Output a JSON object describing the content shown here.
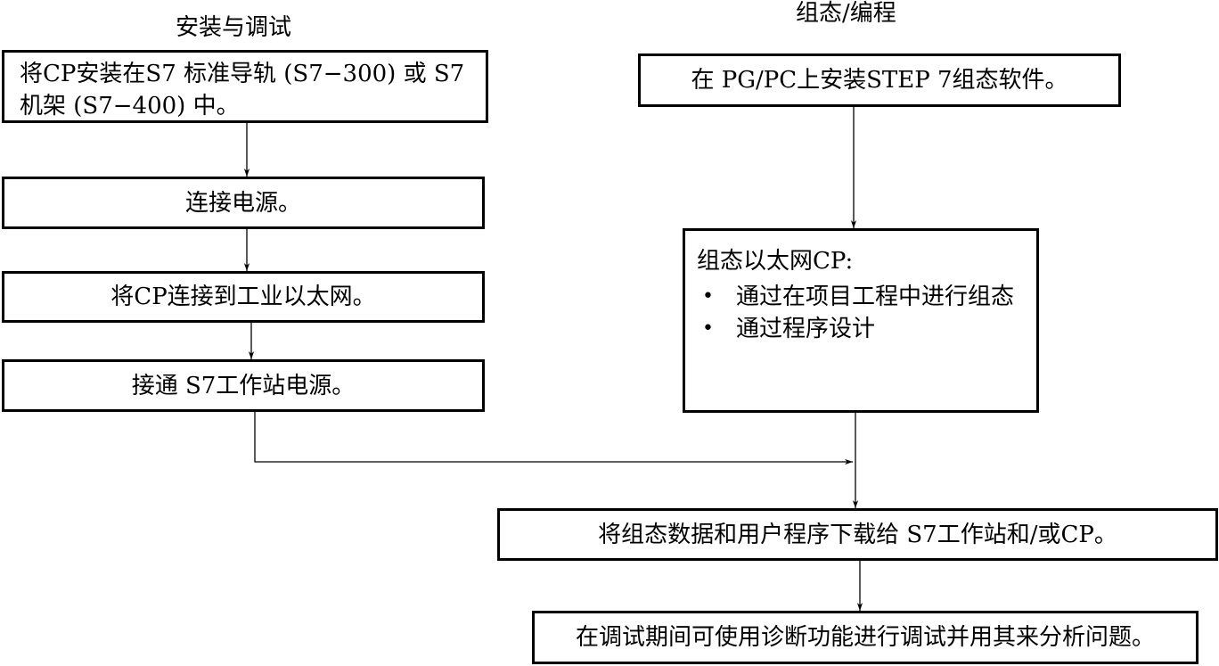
{
  "headings": {
    "left": "安装与调试",
    "right": "组态/编程"
  },
  "left_steps": [
    {
      "line1": "将CP安装在S7 标准导轨 (S7−300) 或 S7",
      "line2": "机架 (S7−400) 中。"
    },
    {
      "text": "连接电源。"
    },
    {
      "text": "将CP连接到工业以太网。"
    },
    {
      "text": "接通 S7工作站电源。"
    }
  ],
  "right_steps": {
    "install": "在 PG/PC上安装STEP 7组态软件。",
    "configure": {
      "title": "组态以太网CP:",
      "bullet_symbol": "•",
      "bullets": [
        "通过在项目工程中进行组态",
        "通过程序设计"
      ]
    }
  },
  "bottom_steps": {
    "download": "将组态数据和用户程序下载给 S7工作站和/或CP。",
    "diagnostics": "在调试期间可使用诊断功能进行调试并用其来分析问题。"
  },
  "colors": {
    "line": "#000000",
    "background": "#ffffff"
  }
}
